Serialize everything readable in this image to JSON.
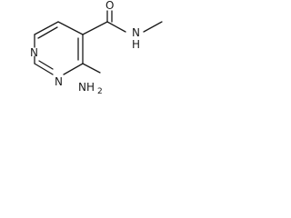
{
  "molecule": {
    "atoms": {
      "ring_n_top": "N",
      "ring_n_bottom": "N",
      "carbonyl_o": "O",
      "amide_n": "N",
      "amide_h": "H",
      "amine_n": "NH",
      "amine_sub": "2"
    }
  }
}
